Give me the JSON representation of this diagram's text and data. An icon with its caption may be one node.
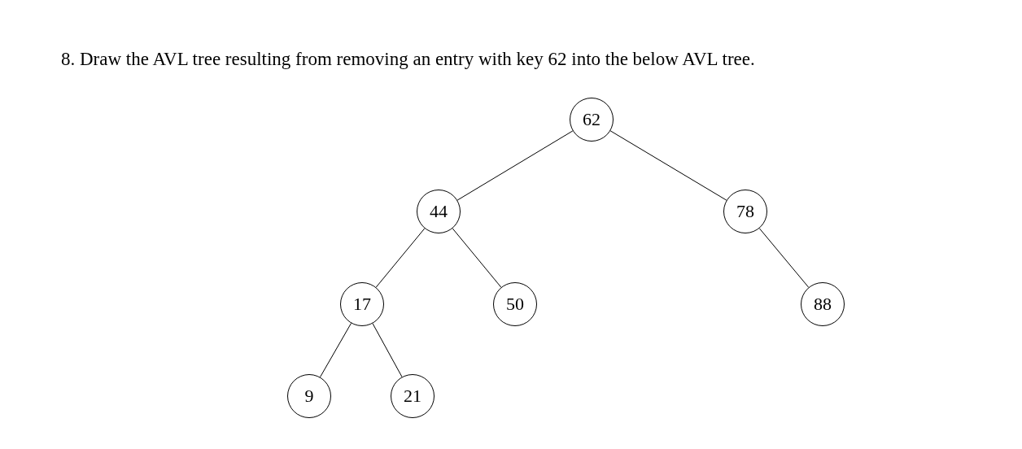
{
  "diagram": {
    "title": "8. Draw the AVL tree resulting from removing an entry with key 62 into the below AVL tree.",
    "nodes": [
      {
        "text": [
          "62"
        ]
      },
      {
        "text": [
          "44"
        ]
      },
      {
        "text": [
          "78"
        ]
      },
      {
        "text": [
          "17"
        ]
      },
      {
        "text": [
          "50"
        ]
      },
      {
        "text": [
          "88"
        ]
      },
      {
        "text": [
          "9"
        ]
      },
      {
        "text": [
          "21"
        ]
      }
    ],
    "edges": [
      {
        "from": 0,
        "to": 1,
        "arrow": "none"
      },
      {
        "from": 0,
        "to": 2,
        "arrow": "none"
      },
      {
        "from": 1,
        "to": 3,
        "arrow": "none"
      },
      {
        "from": 1,
        "to": 4,
        "arrow": "none"
      },
      {
        "from": 2,
        "to": 5,
        "arrow": "none"
      },
      {
        "from": 3,
        "to": 6,
        "arrow": "none"
      },
      {
        "from": 3,
        "to": 7,
        "arrow": "none"
      }
    ]
  }
}
